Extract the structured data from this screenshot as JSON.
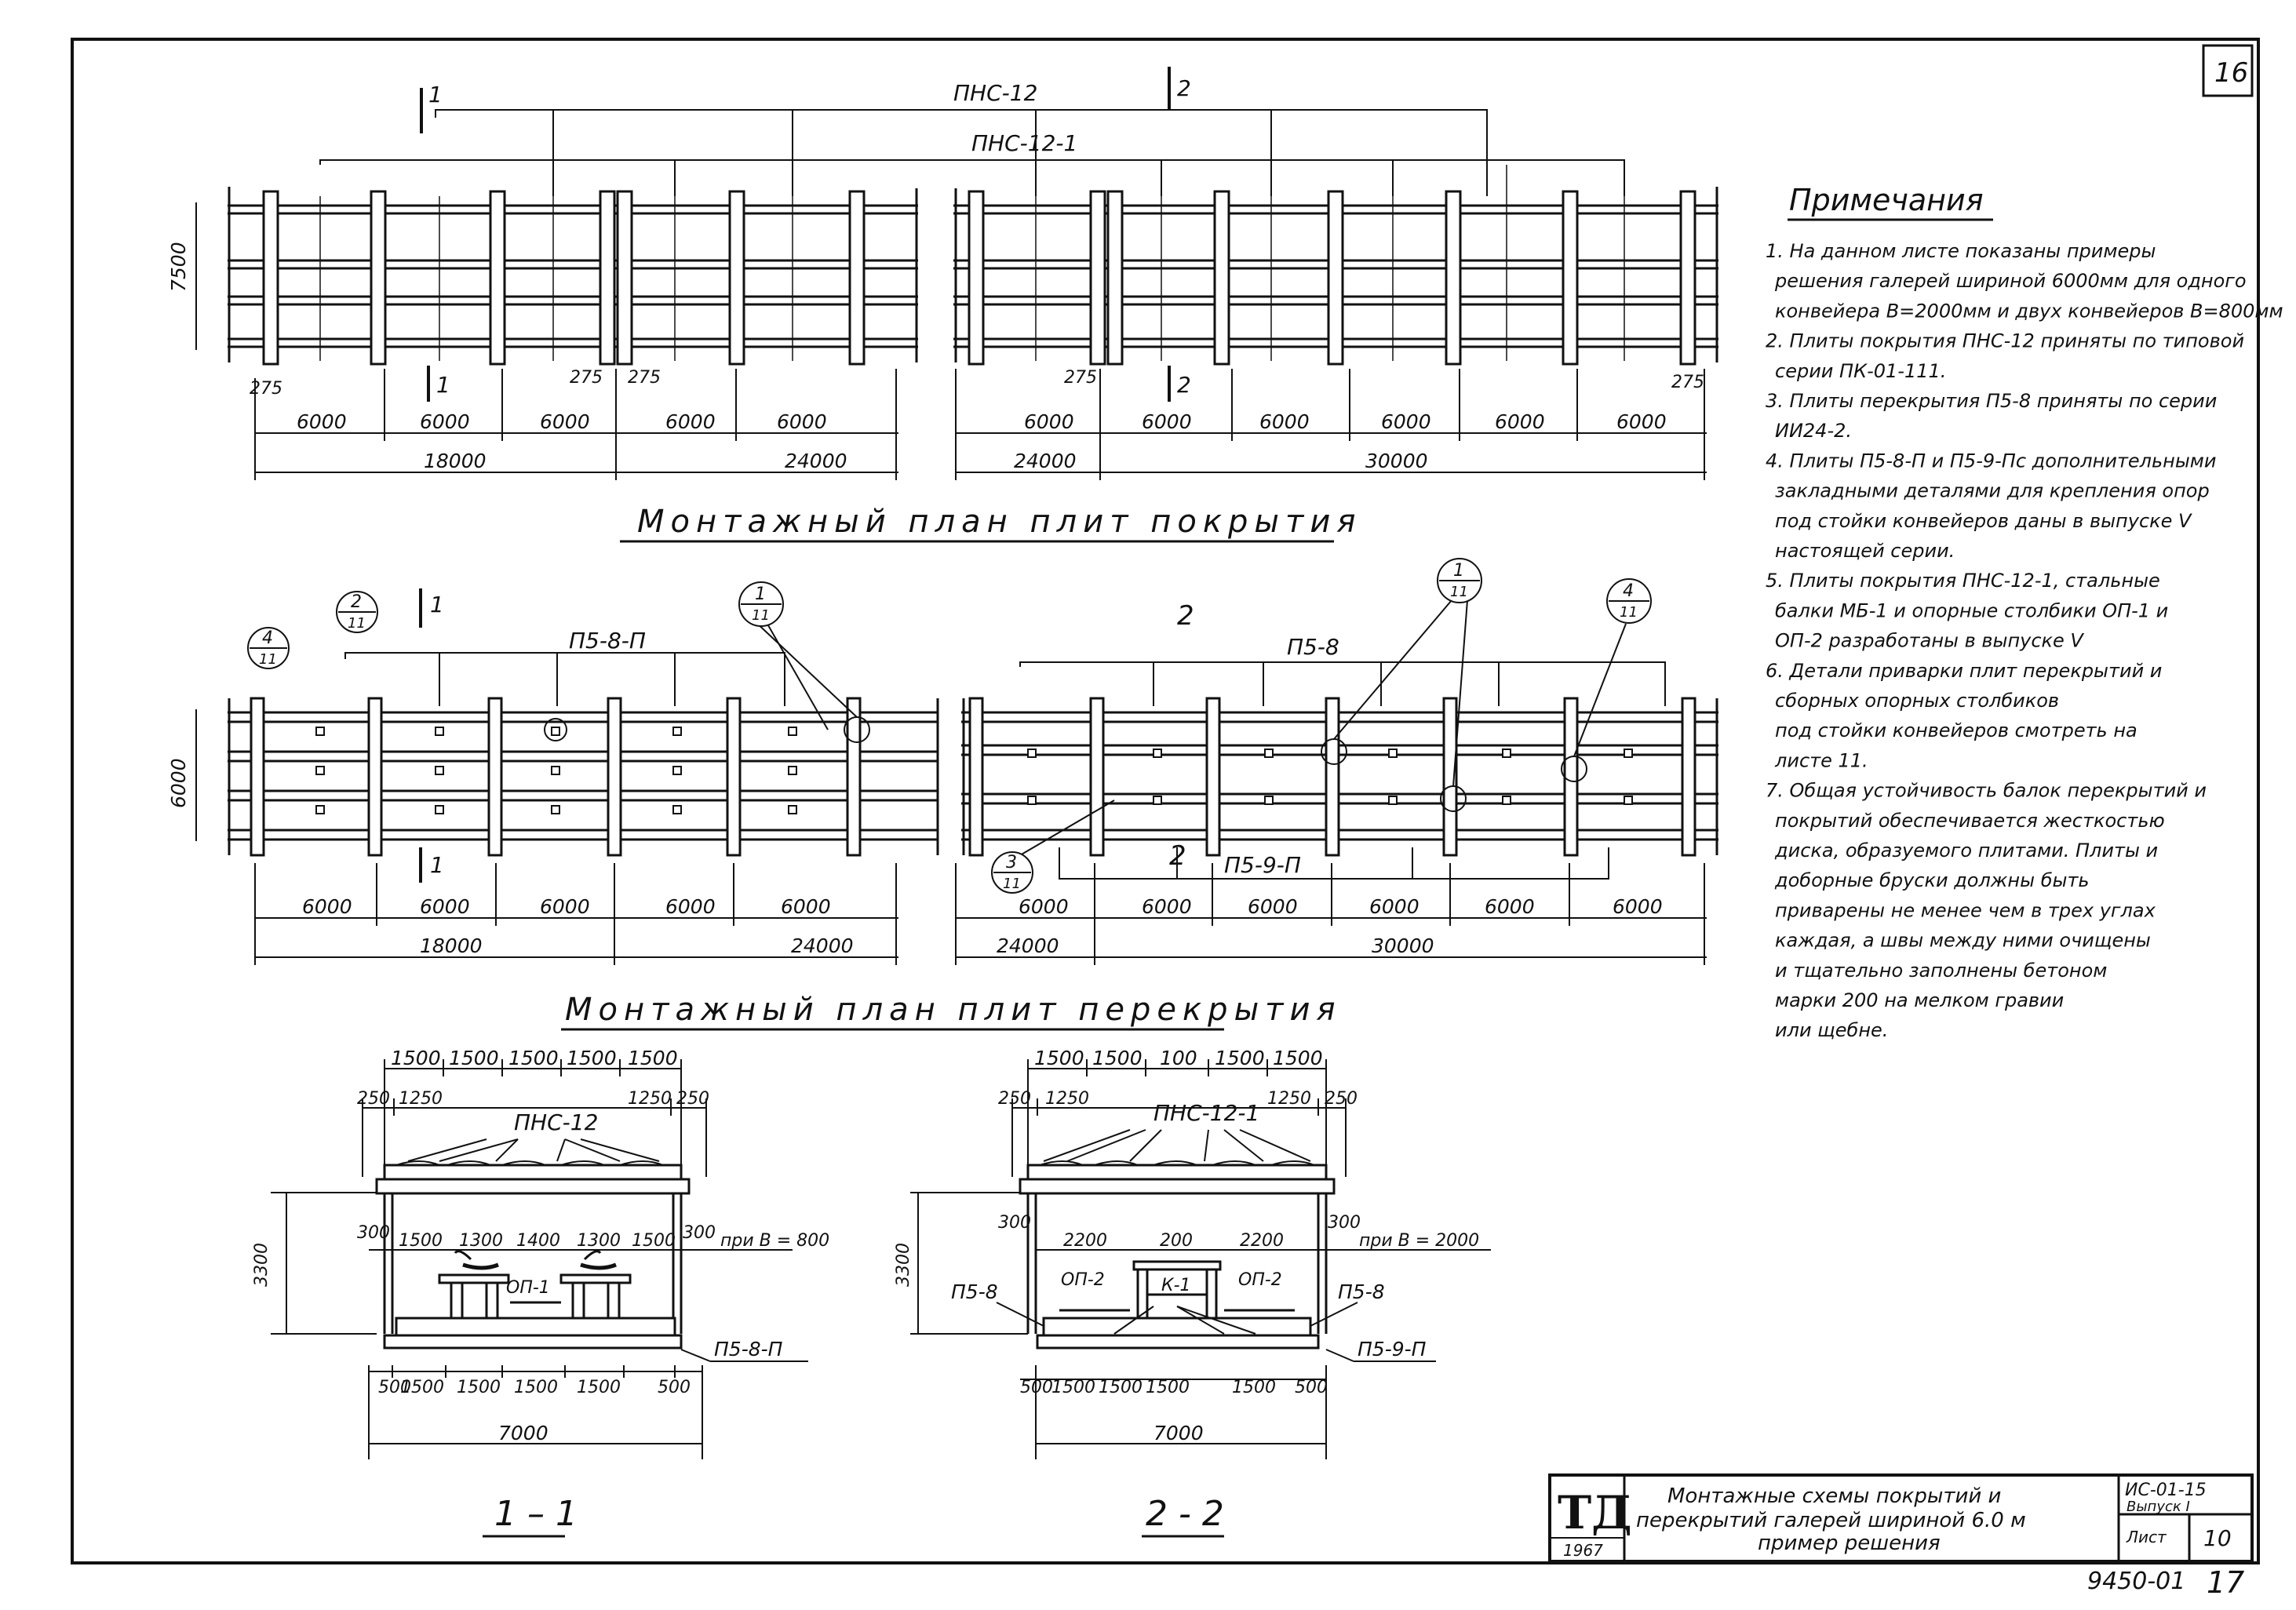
{
  "sheet_corner_number": "16",
  "bottom_sheet_number": "17",
  "archive_number": "9450-01",
  "top_plan": {
    "title": "Монтажный план плит покрытия",
    "labels": [
      "ПНС-12",
      "ПНС-12-1"
    ],
    "height_dim": "7500",
    "section_marks": [
      "1",
      "2"
    ],
    "end_dims": [
      "275",
      "275",
      "275",
      "275",
      "275"
    ],
    "left_spans": [
      "6000",
      "6000",
      "6000",
      "6000",
      "6000"
    ],
    "left_totals": [
      "18000",
      "24000"
    ],
    "right_spans": [
      "6000",
      "6000",
      "6000",
      "6000",
      "6000",
      "6000"
    ],
    "right_totals": [
      "24000",
      "30000"
    ]
  },
  "floor_plan": {
    "title": "Монтажный план плит перекрытия",
    "labels": [
      "П5-8-П",
      "П5-8",
      "П5-9-П"
    ],
    "height_dim": "6000",
    "callouts": [
      {
        "num": "4",
        "sheet": "11"
      },
      {
        "num": "2",
        "sheet": "11"
      },
      {
        "num": "1",
        "sheet": "11"
      },
      {
        "num": "1",
        "sheet": "11"
      },
      {
        "num": "4",
        "sheet": "11"
      },
      {
        "num": "3",
        "sheet": "11"
      }
    ],
    "section_marks": [
      "1",
      "2"
    ],
    "left_spans": [
      "6000",
      "6000",
      "6000",
      "6000",
      "6000"
    ],
    "left_totals": [
      "18000",
      "24000"
    ],
    "right_spans": [
      "6000",
      "6000",
      "6000",
      "6000",
      "6000",
      "6000"
    ],
    "right_totals": [
      "24000",
      "30000"
    ]
  },
  "section_1": {
    "title": "1 – 1",
    "top_dims": [
      "1500",
      "1500",
      "1500",
      "1500",
      "1500"
    ],
    "edge_dims": [
      "250",
      "1250",
      "1250",
      "250"
    ],
    "roof_label": "ПНС-12",
    "height": "3300",
    "offsets": [
      "300",
      "300"
    ],
    "mid_dims": [
      "1500",
      "1300",
      "1400",
      "1300",
      "1500"
    ],
    "post_label": "ОП-1",
    "conveyor_note": "при B = 800",
    "floor_label": "П5-8-П",
    "bottom_dims": [
      "500",
      "1500",
      "1500",
      "1500",
      "1500",
      "500"
    ],
    "total": "7000"
  },
  "section_2": {
    "title": "2 - 2",
    "top_dims": [
      "1500",
      "1500",
      "100",
      "1500",
      "1500"
    ],
    "edge_dims": [
      "250",
      "1250",
      "1250",
      "250"
    ],
    "roof_label": "ПНС-12-1",
    "height": "3300",
    "offsets": [
      "300",
      "300"
    ],
    "mid_dims": [
      "2200",
      "200",
      "2200"
    ],
    "post_labels": [
      "ОП-2",
      "К-1",
      "ОП-2"
    ],
    "conveyor_note": "при B = 2000",
    "side_labels": [
      "П5-8",
      "П5-8"
    ],
    "floor_label": "П5-9-П",
    "bottom_dims": [
      "500",
      "1500",
      "1500",
      "1500",
      "1500",
      "500"
    ],
    "total": "7000"
  },
  "notes": {
    "heading": "Примечания",
    "items": [
      "1. На данном листе показаны примеры",
      "решения галерей шириной 6000мм для одного",
      "конвейера B=2000мм и двух конвейеров B=800мм",
      "2. Плиты покрытия ПНС-12 приняты по типовой",
      "серии ПК-01-111.",
      "3. Плиты перекрытия П5-8 приняты по серии",
      "ИИ24-2.",
      "4. Плиты П5-8-П и П5-9-Пс дополнительными",
      "закладными деталями для крепления опор",
      "под стойки конвейеров даны в выпуске V",
      "настоящей серии.",
      "5. Плиты покрытия ПНС-12-1, стальные",
      "балки МБ-1 и опорные столбики ОП-1 и",
      "ОП-2 разработаны в выпуске V",
      "6. Детали приварки плит перекрытий и",
      "сборных опорных столбиков",
      "под стойки конвейеров смотреть на",
      "листе 11.",
      "7. Общая устойчивость балок перекрытий и",
      "покрытий обеспечивается жесткостью",
      "диска, образуемого плитами. Плиты и",
      "доборные бруски должны быть",
      "приварены не менее чем в трех углах",
      "каждая, а швы между ними очищены",
      "и тщательно заполнены бетоном",
      "марки 200 на мелком гравии",
      "или щебне."
    ]
  },
  "title_block": {
    "logo": "ТД",
    "year": "1967",
    "title_lines": [
      "Монтажные схемы покрытий и",
      "перекрытий галерей шириной 6.0 м",
      "пример решения"
    ],
    "series": "ИС-01-15",
    "issue": "Выпуск I",
    "sheet_label": "Лист",
    "sheet_value": "10"
  }
}
